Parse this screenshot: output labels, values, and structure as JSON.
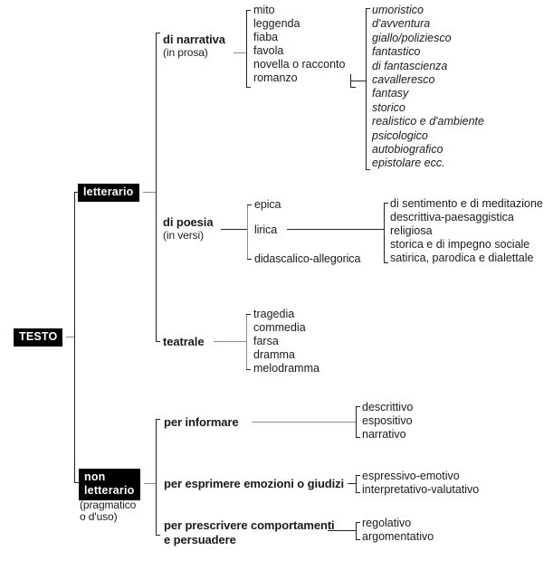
{
  "title": "TESTO — classificazione dei tipi di testo",
  "root": {
    "label": "TESTO"
  },
  "branches": {
    "letterario": {
      "label": "letterario",
      "children": {
        "narrativa": {
          "label": "di narrativa",
          "sublabel": "(in prosa)",
          "items": [
            "mito",
            "leggenda",
            "fiaba",
            "favola",
            "novella o racconto",
            "romanzo"
          ],
          "romanzo_genres": [
            "umoristico",
            "d'avventura",
            "giallo/poliziesco",
            "fantastico",
            "di fantascienza",
            "cavalleresco",
            "fantasy",
            "storico",
            "realistico e d'ambiente",
            "psicologico",
            "autobiografico",
            "epistolare ecc."
          ]
        },
        "poesia": {
          "label": "di poesia",
          "sublabel": "(in versi)",
          "items": [
            "epica",
            "lirica",
            "didascalico-allegorica"
          ],
          "lirica_kinds": [
            "di sentimento e di meditazione",
            "descrittiva-paesaggistica",
            "religiosa",
            "storica e di impegno sociale",
            "satirica,  parodica e dialettale"
          ]
        },
        "teatrale": {
          "label": "teatrale",
          "items": [
            "tragedia",
            "commedia",
            "farsa",
            "dramma",
            "melodramma"
          ]
        }
      }
    },
    "non_letterario": {
      "label_line1": "non",
      "label_line2": "letterario",
      "sublabel_line1": "(pragmatico",
      "sublabel_line2": "o d'uso)",
      "children": [
        {
          "label": "per informare",
          "items": [
            "descrittivo",
            "espositivo",
            "narrativo"
          ]
        },
        {
          "label": "per esprimere emozioni o giudizi",
          "items": [
            "espressivo-emotivo",
            "interpretativo-valutativo"
          ]
        },
        {
          "label_line1": "per prescrivere comportamenti",
          "label_line2": "e persuadere",
          "items": [
            "regolativo",
            "argomentativo"
          ]
        }
      ]
    }
  },
  "colors": {
    "ink": "#1a1a1a",
    "line": "#222222",
    "box_bg": "#000000",
    "box_fg": "#ffffff",
    "background": "#ffffff"
  }
}
